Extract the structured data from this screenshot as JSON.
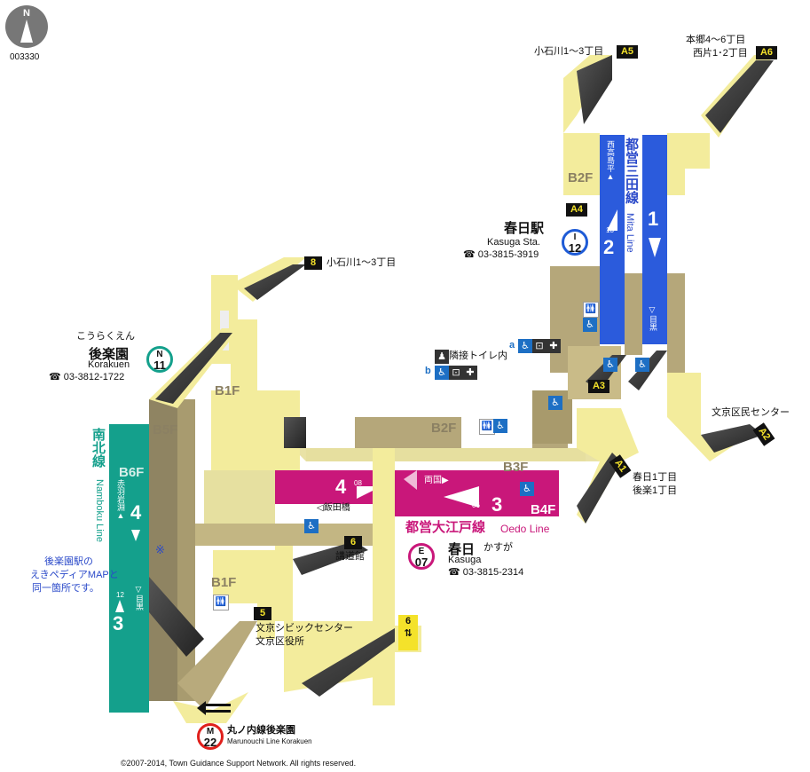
{
  "map_code": "003330",
  "north_label": "N",
  "copyright": "©2007-2014, Town Guidance Support Network. All rights reserved.",
  "floors": {
    "b1f_top": "B1F",
    "b1f_bottom": "B1F",
    "b2f_mita": "B2F",
    "b2f_oedo": "B2F",
    "b3f": "B3F",
    "b4f": "B4F",
    "b5f": "B5F",
    "b6f": "B6F"
  },
  "exits": {
    "a5": {
      "code": "A5",
      "label": "小石川1～3丁目"
    },
    "a6": {
      "code": "A6",
      "label_1": "本郷4～6丁目",
      "label_2": "西片1･2丁目"
    },
    "a4": {
      "code": "A4"
    },
    "a3": {
      "code": "A3"
    },
    "a2": {
      "code": "A2",
      "label": "文京区民センター"
    },
    "a1": {
      "code": "A1",
      "label_1": "春日1丁目",
      "label_2": "後楽1丁目"
    },
    "e8": {
      "code": "8",
      "label": "小石川1～3丁目"
    },
    "e6": {
      "code": "6",
      "label": "講道館"
    },
    "e5": {
      "code": "5",
      "label_1": "文京シビックセンター",
      "label_2": "文京区役所"
    },
    "e6b": {
      "code": "6"
    }
  },
  "stations": {
    "kasuga_mita": {
      "name": "春日駅",
      "name_en": "Kasuga Sta.",
      "phone": "☎ 03-3815-3919",
      "line_letter": "I",
      "number": "12"
    },
    "kasuga_oedo": {
      "name": "春日",
      "kana": "かすが",
      "name_en": "Kasuga",
      "phone": "☎ 03-3815-2314",
      "line_letter": "E",
      "number": "07"
    },
    "korakuen": {
      "kana": "こうらくえん",
      "name": "後楽園",
      "name_en": "Korakuen",
      "phone": "☎ 03-3812-1722",
      "line_letter": "N",
      "number": "11"
    },
    "marunouchi": {
      "name": "丸ノ内線後楽園",
      "name_en": "Marunouchi Line Korakuen",
      "line_letter": "M",
      "number": "22"
    }
  },
  "lines": {
    "mita": {
      "name": "都営三田線",
      "name_en": "Mita Line",
      "platform_1": "1",
      "platform_2": "2",
      "dir_1": "▽目黒",
      "dir_2": "西高島平▲",
      "num_13": "13",
      "color": "#2b5bdc"
    },
    "oedo": {
      "name": "都営大江戸線",
      "name_en": "Oedo Line",
      "platform_3": "3",
      "platform_4": "4",
      "dir_3": "両国▶",
      "dir_4": "◁飯田橋",
      "num_08": "08",
      "num_06": "06",
      "color": "#c9177a"
    },
    "namboku": {
      "name": "南北線",
      "name_en": "Namboku Line",
      "platform_3": "3",
      "platform_4": "4",
      "dir_4": "赤羽岩淵▲",
      "dir_3": "▽目黒",
      "num_12": "12",
      "color": "#14a08c"
    }
  },
  "notes": {
    "adjacent_toilet": "隣接トイレ内",
    "facility_a": "a",
    "facility_b": "b",
    "ekipedia_1": "後楽園駅の",
    "ekipedia_2": "えきペディアMAPと",
    "ekipedia_3": "同一箇所です。",
    "marker": "※"
  },
  "colors": {
    "concourse_yellow": "#f3ec9c",
    "concourse_khaki": "#b5a77a",
    "concourse_dark": "#8f8462",
    "exit_black": "#111111",
    "exit_yellow": "#f4e22a"
  }
}
